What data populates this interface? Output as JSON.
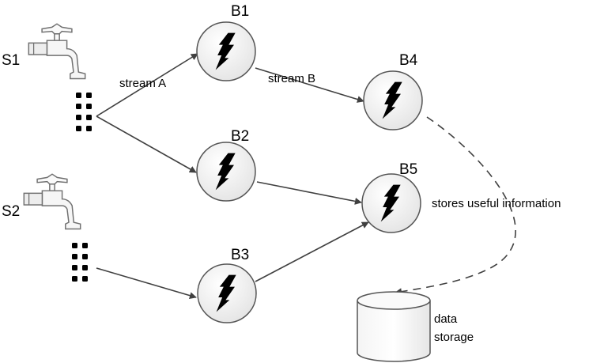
{
  "sources": [
    {
      "id": "S1",
      "label": "S1",
      "icon": "water-tap-icon"
    },
    {
      "id": "S2",
      "label": "S2",
      "icon": "water-tap-icon"
    }
  ],
  "bolts": [
    {
      "id": "B1",
      "label": "B1",
      "icon": "lightning-bolt-icon"
    },
    {
      "id": "B2",
      "label": "B2",
      "icon": "lightning-bolt-icon"
    },
    {
      "id": "B3",
      "label": "B3",
      "icon": "lightning-bolt-icon"
    },
    {
      "id": "B4",
      "label": "B4",
      "icon": "lightning-bolt-icon"
    },
    {
      "id": "B5",
      "label": "B5",
      "icon": "lightning-bolt-icon"
    }
  ],
  "edges": {
    "stream_a": "stream A",
    "stream_b": "stream B",
    "stores": "stores useful information"
  },
  "storage": {
    "line1": "data",
    "line2": "storage",
    "icon": "database-cylinder-icon"
  },
  "colors": {
    "line": "#404040",
    "node_fill": "#eeeeee",
    "node_stroke": "#555555",
    "bolt": "#000000"
  }
}
